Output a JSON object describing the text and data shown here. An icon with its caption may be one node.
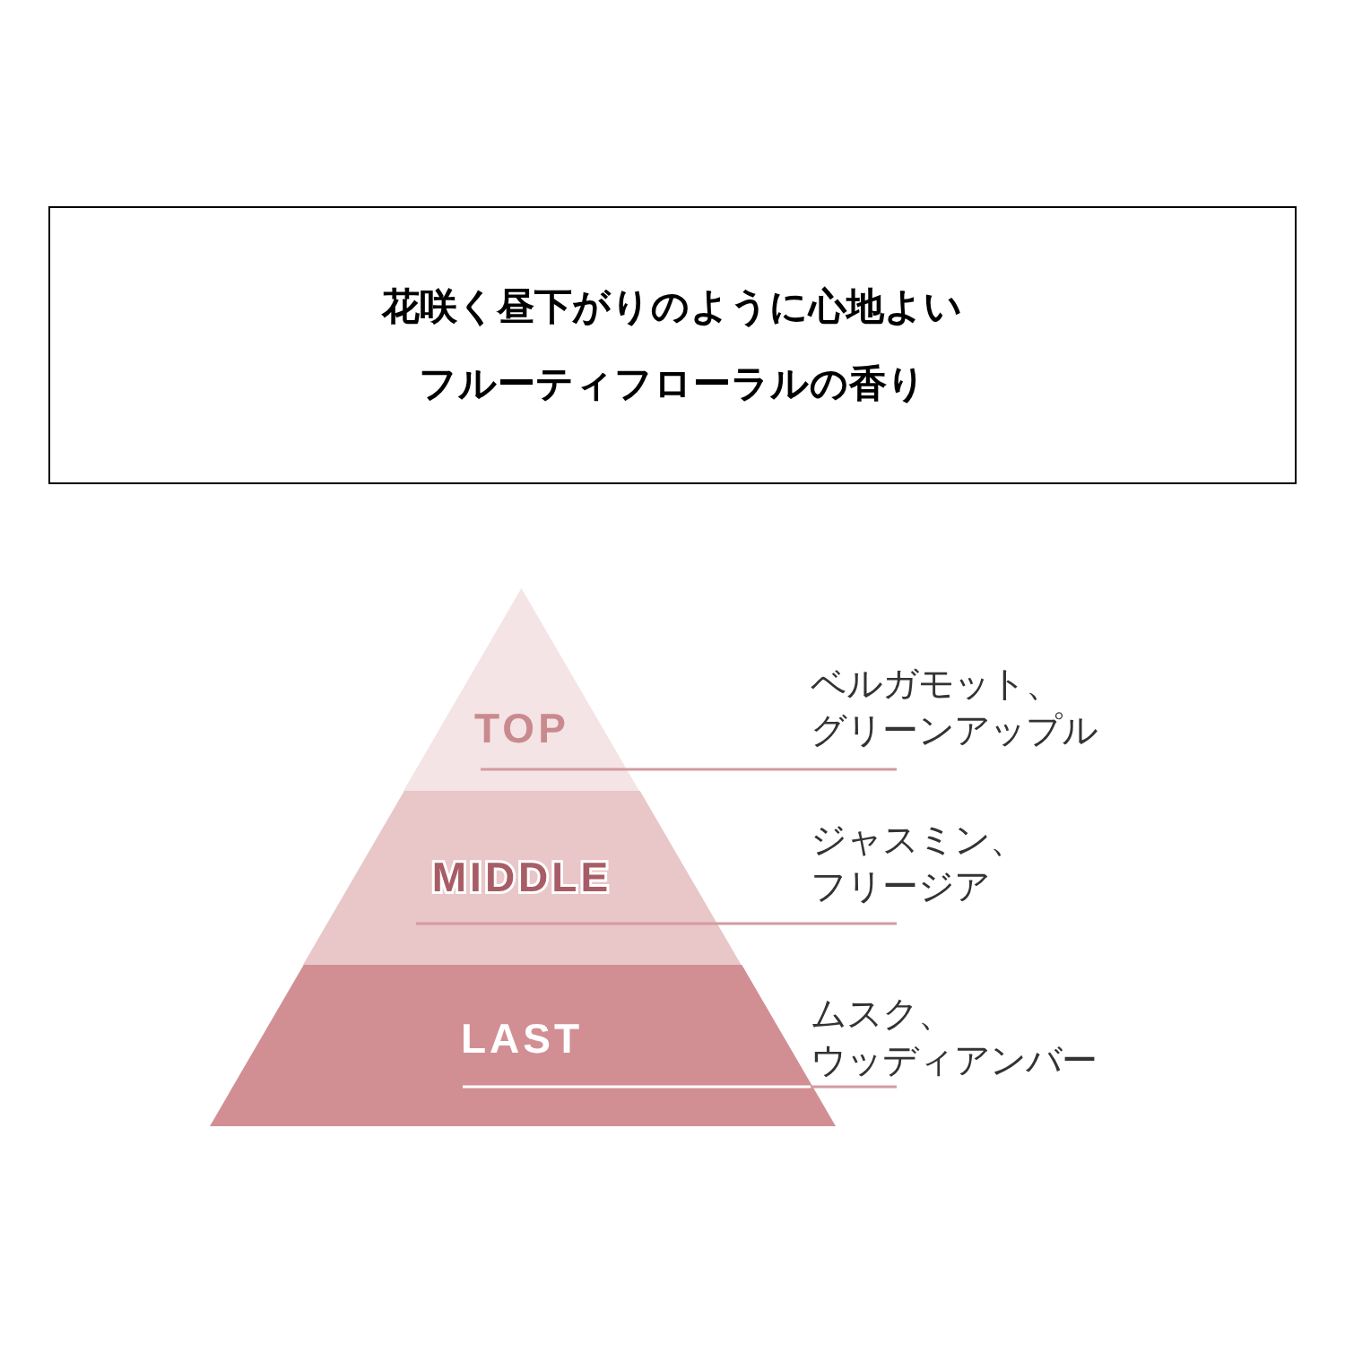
{
  "diagram": {
    "nodes": [
      {
        "text": [
          "花咲く昼下がりのように心地よい",
          "フルーティフローラルの香り"
        ]
      },
      {
        "text": [
          "TOP"
        ]
      },
      {
        "text": [
          "ベルガモット、グリーンアップル"
        ]
      },
      {
        "text": [
          "MIDDLE"
        ]
      },
      {
        "text": [
          "ジャスミン、フリージア"
        ]
      },
      {
        "text": [
          "LAST"
        ]
      },
      {
        "text": [
          "ムスク、ウッディアンバー"
        ]
      }
    ],
    "edges": [
      {
        "from": 1,
        "to": 2,
        "arrow": "none"
      },
      {
        "from": 3,
        "to": 4,
        "arrow": "none"
      },
      {
        "from": 5,
        "to": 6,
        "arrow": "none"
      }
    ]
  }
}
